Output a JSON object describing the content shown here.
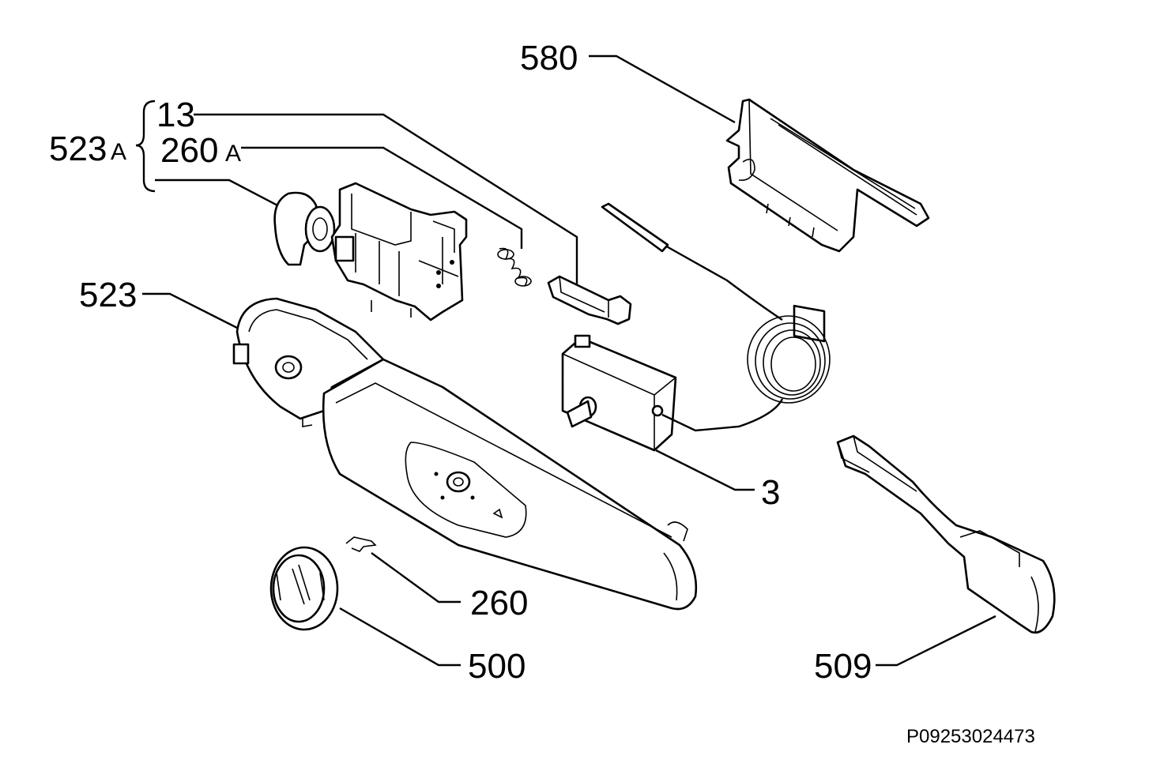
{
  "labels": {
    "p580": "580",
    "p13": "13",
    "p260a": "260",
    "p260a_suffix": "A",
    "p523a": "523",
    "p523a_suffix": "A",
    "p523": "523",
    "p3": "3",
    "p260": "260",
    "p500": "500",
    "p509": "509"
  },
  "drawing_code": "P09253024473"
}
